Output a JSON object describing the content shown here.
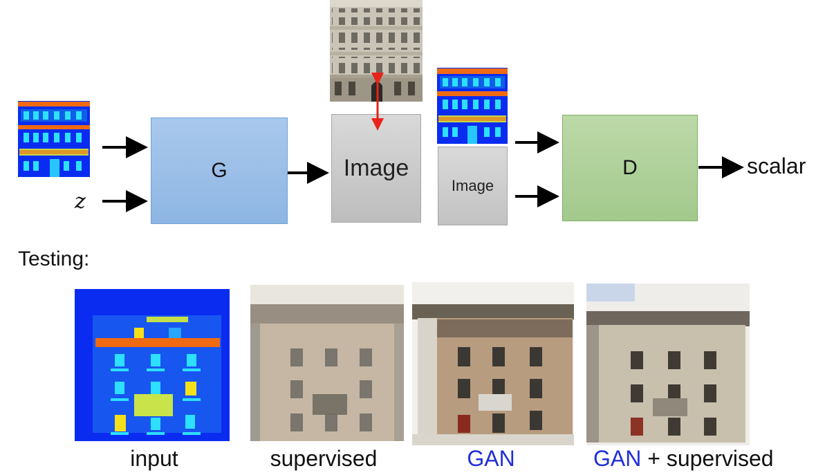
{
  "diagram": {
    "generator_label": "G",
    "discriminator_label": "D",
    "noise_label": "z",
    "generated_image_label": "Image",
    "d_input_image_label": "Image",
    "output_label": "scalar"
  },
  "testing": {
    "heading": "Testing:",
    "captions": {
      "input": "input",
      "supervised": "supervised",
      "gan": "GAN",
      "gan_plus_prefix": "GAN",
      "gan_plus_suffix": " + supervised"
    }
  },
  "colors": {
    "generator": "#9dc0e8",
    "discriminator": "#add28f",
    "image_box": "#cfcfcf",
    "arrow": "#000000",
    "correspondence_arrow": "#e8231a",
    "gan_text": "#1f2fd6",
    "label_map_blue": "#0a2cf0",
    "label_map_orange": "#f06a12"
  }
}
